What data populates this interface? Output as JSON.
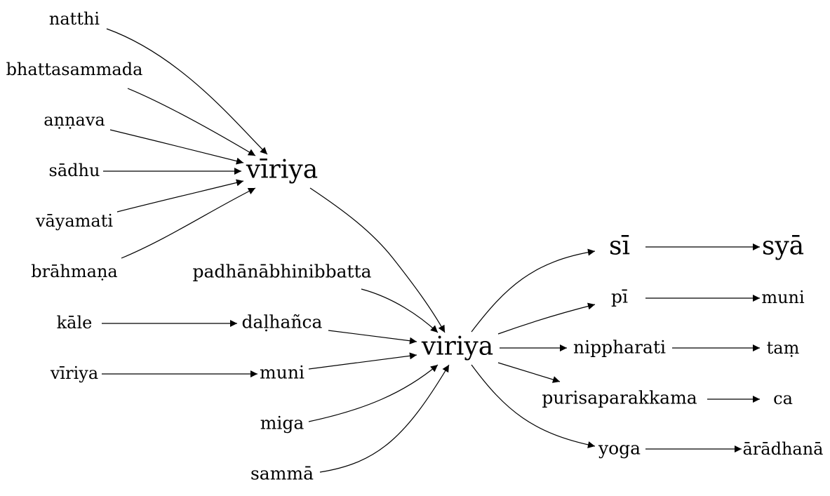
{
  "nodes": [
    {
      "id": "natthi",
      "label": "natthi"
    },
    {
      "id": "bhattasammada",
      "label": "bhattasammada"
    },
    {
      "id": "annava",
      "label": "aṇṇava"
    },
    {
      "id": "sadhu",
      "label": "sādhu"
    },
    {
      "id": "vayamati",
      "label": "vāyamati"
    },
    {
      "id": "brahmana",
      "label": "brāhmaṇa"
    },
    {
      "id": "viriya_top",
      "label": "vīriya"
    },
    {
      "id": "padhana",
      "label": "padhānābhinibbatta"
    },
    {
      "id": "kale",
      "label": "kāle"
    },
    {
      "id": "dalhanca",
      "label": "daḷhañca"
    },
    {
      "id": "viriya_left",
      "label": "vīriya"
    },
    {
      "id": "muni_left",
      "label": "muni"
    },
    {
      "id": "miga",
      "label": "miga"
    },
    {
      "id": "samma",
      "label": "sammā"
    },
    {
      "id": "viriya_center",
      "label": "viriya"
    },
    {
      "id": "si",
      "label": "sī"
    },
    {
      "id": "sya",
      "label": "syā"
    },
    {
      "id": "pi",
      "label": "pī"
    },
    {
      "id": "muni_right",
      "label": "muni"
    },
    {
      "id": "nippharati",
      "label": "nippharati"
    },
    {
      "id": "tam",
      "label": "taṃ"
    },
    {
      "id": "purisaparakkama",
      "label": "purisaparakkama"
    },
    {
      "id": "ca",
      "label": "ca"
    },
    {
      "id": "yoga",
      "label": "yoga"
    },
    {
      "id": "aradhana",
      "label": "ārādhanā"
    }
  ],
  "edges": [
    {
      "from": "natthi",
      "to": "viriya_top"
    },
    {
      "from": "bhattasammada",
      "to": "viriya_top"
    },
    {
      "from": "annava",
      "to": "viriya_top"
    },
    {
      "from": "sadhu",
      "to": "viriya_top"
    },
    {
      "from": "vayamati",
      "to": "viriya_top"
    },
    {
      "from": "brahmana",
      "to": "viriya_top"
    },
    {
      "from": "viriya_top",
      "to": "viriya_center"
    },
    {
      "from": "padhana",
      "to": "viriya_center"
    },
    {
      "from": "kale",
      "to": "dalhanca"
    },
    {
      "from": "dalhanca",
      "to": "viriya_center"
    },
    {
      "from": "viriya_left",
      "to": "muni_left"
    },
    {
      "from": "muni_left",
      "to": "viriya_center"
    },
    {
      "from": "miga",
      "to": "viriya_center"
    },
    {
      "from": "samma",
      "to": "viriya_center"
    },
    {
      "from": "viriya_center",
      "to": "si"
    },
    {
      "from": "viriya_center",
      "to": "pi"
    },
    {
      "from": "viriya_center",
      "to": "nippharati"
    },
    {
      "from": "viriya_center",
      "to": "purisaparakkama"
    },
    {
      "from": "viriya_center",
      "to": "yoga"
    },
    {
      "from": "si",
      "to": "sya"
    },
    {
      "from": "pi",
      "to": "muni_right"
    },
    {
      "from": "nippharati",
      "to": "tam"
    },
    {
      "from": "purisaparakkama",
      "to": "ca"
    },
    {
      "from": "yoga",
      "to": "aradhana"
    }
  ]
}
